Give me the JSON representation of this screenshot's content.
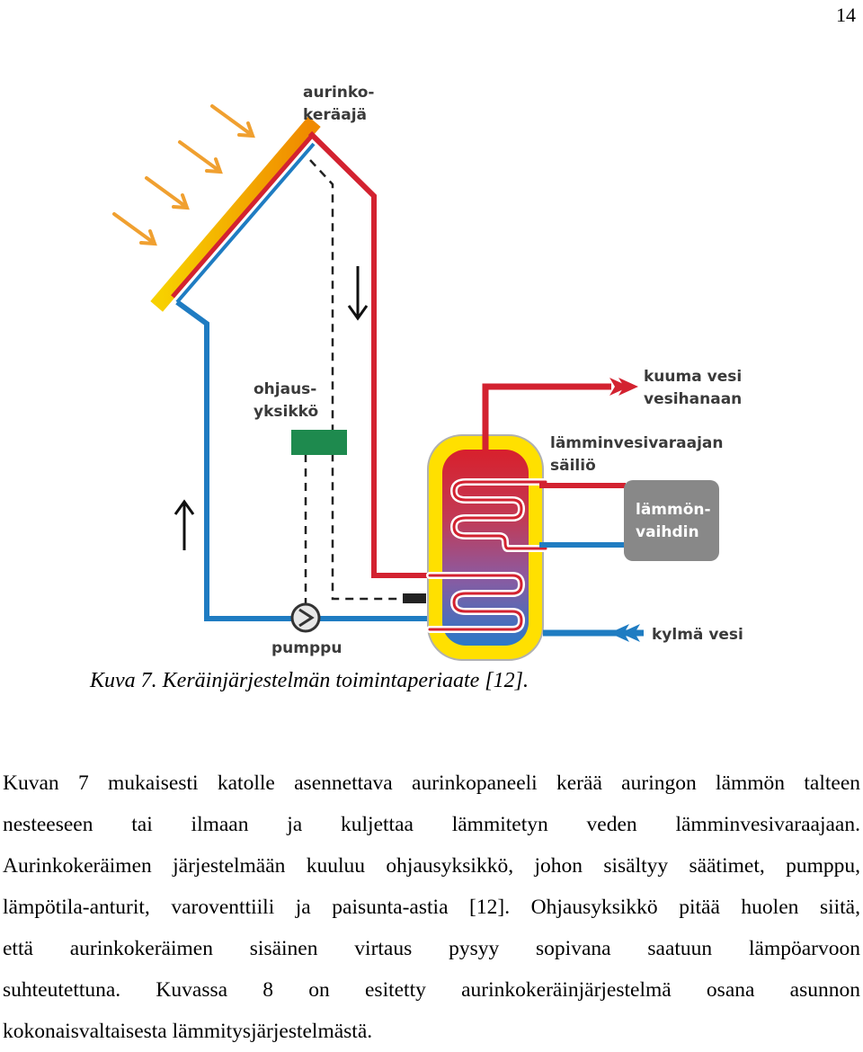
{
  "page": {
    "number": "14"
  },
  "diagram": {
    "labels": {
      "collector_line1": "aurinko-",
      "collector_line2": "keräajä",
      "control_line1": "ohjaus-",
      "control_line2": "yksikkö",
      "pump": "pumppu",
      "hot_water_line1": "kuuma vesi",
      "hot_water_line2": "vesihanaan",
      "tank_line1": "lämminvesivaraajan",
      "tank_line2": "säiliö",
      "exchanger_line1": "lämmön-",
      "exchanger_line2": "vaihdin",
      "cold_water": "kylmä vesi"
    },
    "colors": {
      "hot": "#d32230",
      "cold": "#1f7cc2",
      "sun_ray": "#f0a030",
      "collector": "#f5c800",
      "tank_outer": "#ffe000",
      "control_unit": "#1e8a4e",
      "exchanger": "#888888"
    }
  },
  "caption": "Kuva 7. Keräinjärjestelmän toimintaperiaate [12].",
  "body": {
    "lines": [
      "Kuvan 7 mukaisesti katolle asennettava aurinkopaneeli kerää auringon lämmön talteen",
      "nesteeseen tai ilmaan ja kuljettaa lämmitetyn veden lämminvesivaraajaan.",
      "Aurinkokeräimen järjestelmään kuuluu ohjausyksikkö, johon sisältyy säätimet, pumppu,",
      "lämpötila-anturit, varoventtiili ja paisunta-astia [12]. Ohjausyksikkö pitää huolen siitä,",
      "että aurinkokeräimen sisäinen virtaus pysyy sopivana saatuun lämpöarvoon",
      "suhteutettuna. Kuvassa 8 on esitetty aurinkokeräinjärjestelmä osana asunnon",
      "kokonaisvaltaisesta lämmitysjärjestelmästä."
    ]
  }
}
